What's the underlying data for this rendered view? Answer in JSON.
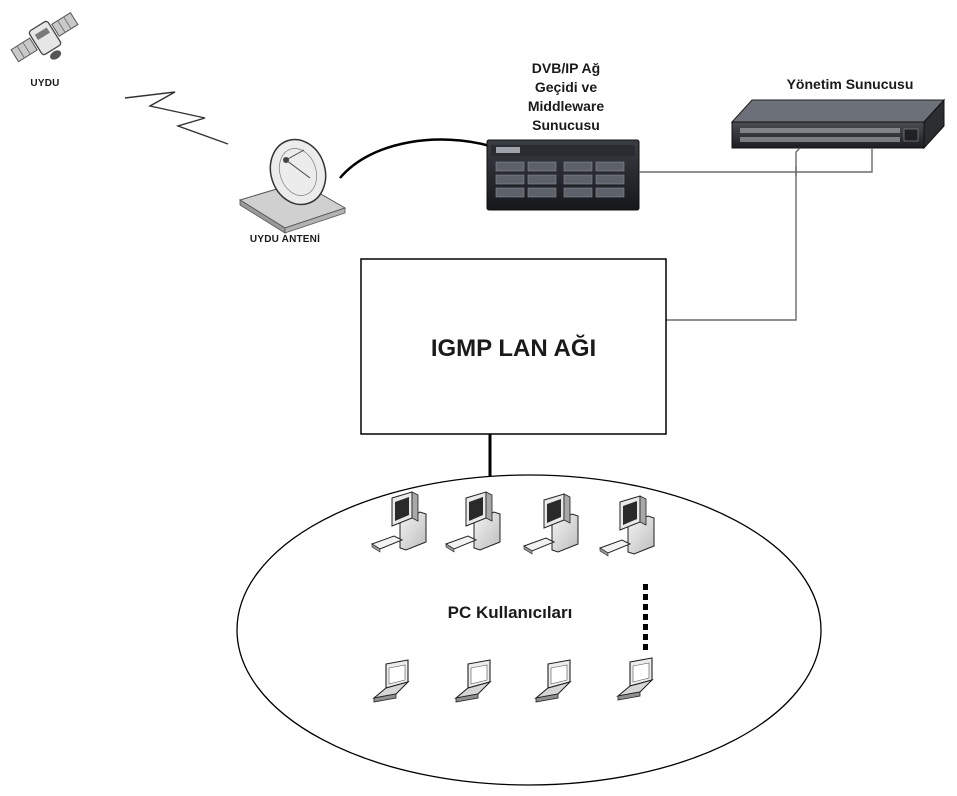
{
  "nodes": {
    "satellite_label": "UYDU",
    "dish_label": "UYDU ANTENİ",
    "gateway_label_lines": [
      "DVB/IP  Ağ",
      "Geçidi ve",
      "Middleware",
      "Sunucusu"
    ],
    "mgmt_label": "Yönetim Sunucusu",
    "lan_label": "IGMP LAN AĞI",
    "users_label": "PC Kullanıcıları"
  },
  "counts": {
    "desktops": 4,
    "laptops": 4
  },
  "colors": {
    "line": "#000000",
    "thin_line": "#6b6b6b",
    "text": "#1a1a1a"
  }
}
